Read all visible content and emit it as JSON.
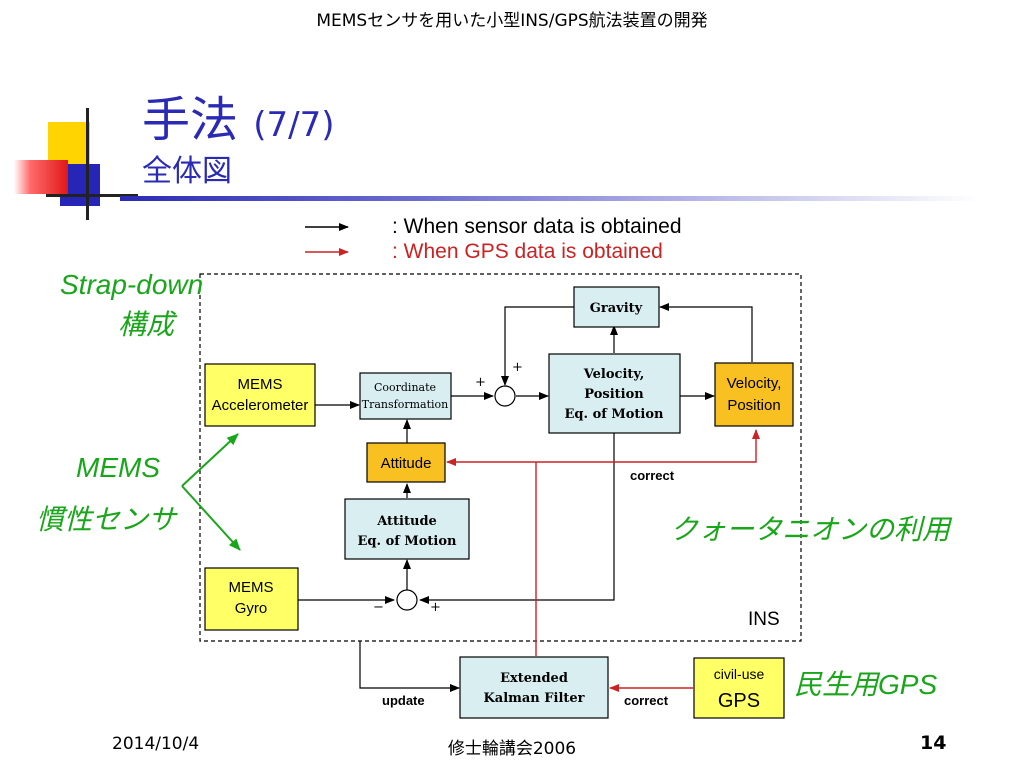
{
  "header": {
    "text": "MEMSセンサを用いた小型INS/GPS航法装置の開発"
  },
  "title": {
    "main": "手法",
    "number": "(7/7)",
    "sub": "全体図"
  },
  "legend": {
    "black": ": When sensor data is obtained",
    "red": ": When GPS data is obtained"
  },
  "annotations": {
    "strapdown_line1": "Strap-down",
    "strapdown_line2": "構成",
    "mems_line1": "MEMS",
    "mems_line2": "慣性センサ",
    "quaternion": "クォータニオンの利用",
    "civil_gps": "民生用GPS"
  },
  "diagram": {
    "accel_line1": "MEMS",
    "accel_line2": "Accelerometer",
    "coord_line1": "Coordinate",
    "coord_line2": "Transformation",
    "attitude": "Attitude",
    "att_eq_line1": "Attitude",
    "att_eq_line2": "Eq. of Motion",
    "gyro_line1": "MEMS",
    "gyro_line2": "Gyro",
    "gravity": "Gravity",
    "vel_eq_line1": "Velocity,",
    "vel_eq_line2": "Position",
    "vel_eq_line3": "Eq. of Motion",
    "vel_out_line1": "Velocity,",
    "vel_out_line2": "Position",
    "correct_top": "correct",
    "ins": "INS",
    "ekf_line1": "Extended",
    "ekf_line2": "Kalman Filter",
    "update": "update",
    "correct_bottom": "correct",
    "gps_line1": "civil-use",
    "gps_line2": "GPS",
    "plus_sum1_left": "+",
    "plus_sum1_bottom": "+",
    "minus_sum2": "−",
    "plus_sum2": "+"
  },
  "footer": {
    "date": "2014/10/4",
    "center": "修士輪講会2006",
    "page": "14"
  },
  "colors": {
    "title_blue": "#2a2ab5",
    "annotation_green": "#1aa61a",
    "signal_red": "#cc2222",
    "block_yellow": "#ffff66",
    "block_orange": "#f8c020",
    "block_cyan": "#d8eef0"
  }
}
